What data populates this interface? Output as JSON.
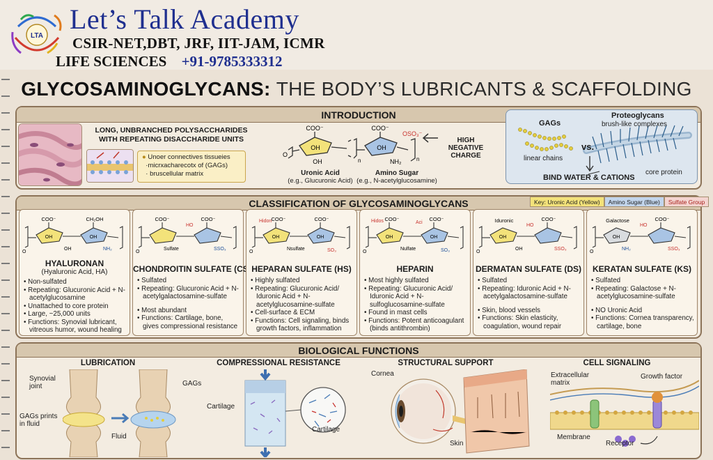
{
  "header": {
    "logo_text": "LTA",
    "brand": "Let’s Talk Academy",
    "exams": "CSIR-NET,DBT, JRF, IIT-JAM, ICMR",
    "subject": "LIFE SCIENCES",
    "phone": "+91-9785333312"
  },
  "poster": {
    "title_main": "GLYCOSAMINOGLYCANS:",
    "title_rest": "THE BODY’S LUBRICANTS & SCAFFOLDING"
  },
  "introduction": {
    "heading": "INTRODUCTION",
    "description": "LONG, UNBRANCHED POLYSACCHARIDES WITH REPEATING DISACCHARIDE UNITS",
    "notes": [
      "Unoer connectives tissueies",
      "·micrxacharecotx of (GAGs)",
      "· bruscellular matrix"
    ],
    "uronic_label": "Uronic Acid",
    "uronic_example": "(e.g., Glucuronic Acid)",
    "amino_label": "Amino Sugar",
    "amino_example": "(e.g., N-acetylglucosamine)",
    "charge_text": "HIGH NEGATIVE CHARGE",
    "gags_label": "GAGs",
    "linear_label": "linear chains",
    "vs": "vs.",
    "proteoglycans_label": "Proteoglycans",
    "brush_label": "brush-like complexes",
    "core_protein": "core protein",
    "bind_text": "BIND WATER & CATIONS"
  },
  "chem": {
    "coo": "COO⁻",
    "oso3": "OSO₃⁻",
    "oh": "OH",
    "nh2": "NH₂",
    "o": "O",
    "n": "n",
    "ch2oh": "CH₂OH",
    "ho": "HO",
    "sso3": "SSO₃",
    "so3": "SO₃",
    "sulfate": "Sulfate",
    "nsulfate": "Nsulfate",
    "nulfate": "Nulfate",
    "iduronic": "Iduronic",
    "galactose": "Galactose",
    "hidon": "Hidon",
    "hidon_s": "Hidos",
    "aci": "Aci",
    "ss": "S",
    "s": "S",
    "so": "SO₃"
  },
  "classification": {
    "heading": "CLASSIFICATION OF GLYCOSAMINOGLYCANS",
    "key_uronic": "Key: Uronic Acid (Yellow)",
    "key_amino": "Amino Sugar (Blue)",
    "key_sulfate": "Sulfate Group",
    "cards": [
      {
        "title": "HYALURONAN",
        "subtitle": "(Hyaluronic Acid, HA)",
        "bullets": [
          "Non-sulfated",
          "Repeating: Glucuronic Acid + N-acetylglucosamine",
          "Unattached to core protein",
          "Large, ~25,000 units",
          "Functions: Synovial lubricant, vitreous humor, wound healing"
        ]
      },
      {
        "title": "CHONDROITIN SULFATE (CS)",
        "bullets": [
          "Sulfated",
          "Repeating: Glucuronic Acid + N-acetylgalactosamine-sulfate",
          "Most abundant",
          "Functions: Cartilage, bone, gives compressional resistance"
        ]
      },
      {
        "title": "HEPARAN SULFATE (HS)",
        "bullets": [
          "Highly sulfated",
          "Repeating: Glucuronic Acid/ Iduronic Acid + N-acetylglucosamine-sulfate",
          "Cell-surface & ECM",
          "Functions: Cell signaling, binds growth factors, inflammation"
        ]
      },
      {
        "title": "HEPARIN",
        "bullets": [
          "Most highly sulfated",
          "Repeating: Glucuronic Acid/ Iduronic Acid + N-sulfoglucosamine-sulfate",
          "Found in mast cells",
          "Functions: Potent anticoagulant (binds antithrombin)"
        ]
      },
      {
        "title": "DERMATAN SULFATE (DS)",
        "bullets": [
          "Sulfated",
          "Repeating: Iduronic Acid + N-acetylgalactosamine-sulfate",
          "Skin, blood vessels",
          "Functions: Skin elasticity, coagulation, wound repair"
        ]
      },
      {
        "title": "KERATAN SULFATE (KS)",
        "bullets": [
          "Sulfated",
          "Repeating: Galactose + N-acetylglucosamine-sulfate",
          "NO Uronic Acid",
          "Functions: Cornea transparency, cartilage, bone"
        ]
      }
    ]
  },
  "biological": {
    "heading": "BIOLOGICAL FUNCTIONS",
    "lubrication": {
      "title": "LUBRICATION",
      "synovial": "Synovial joint",
      "gags_prints": "GAGs prints in fluid",
      "fluid": "Fluid",
      "gags": "GAGs"
    },
    "compression": {
      "title": "COMPRESSIONAL RESISTANCE",
      "cartilage_left": "Cartilage",
      "cartilage_right": "Cartilage"
    },
    "structural": {
      "title": "STRUCTURAL SUPPORT",
      "cornea": "Cornea",
      "skin": "Skin"
    },
    "signaling": {
      "title": "CELL SIGNALING",
      "ecm": "Extracellular matrix",
      "growth_factor": "Growth factor",
      "membrane": "Membrane",
      "receptor": "Receptor"
    }
  },
  "colors": {
    "uronic": "#f3e27a",
    "amino": "#a9c4e4",
    "sulfate": "#c8322d",
    "border": "#8c7358",
    "brand_blue": "#1f2f8f"
  }
}
